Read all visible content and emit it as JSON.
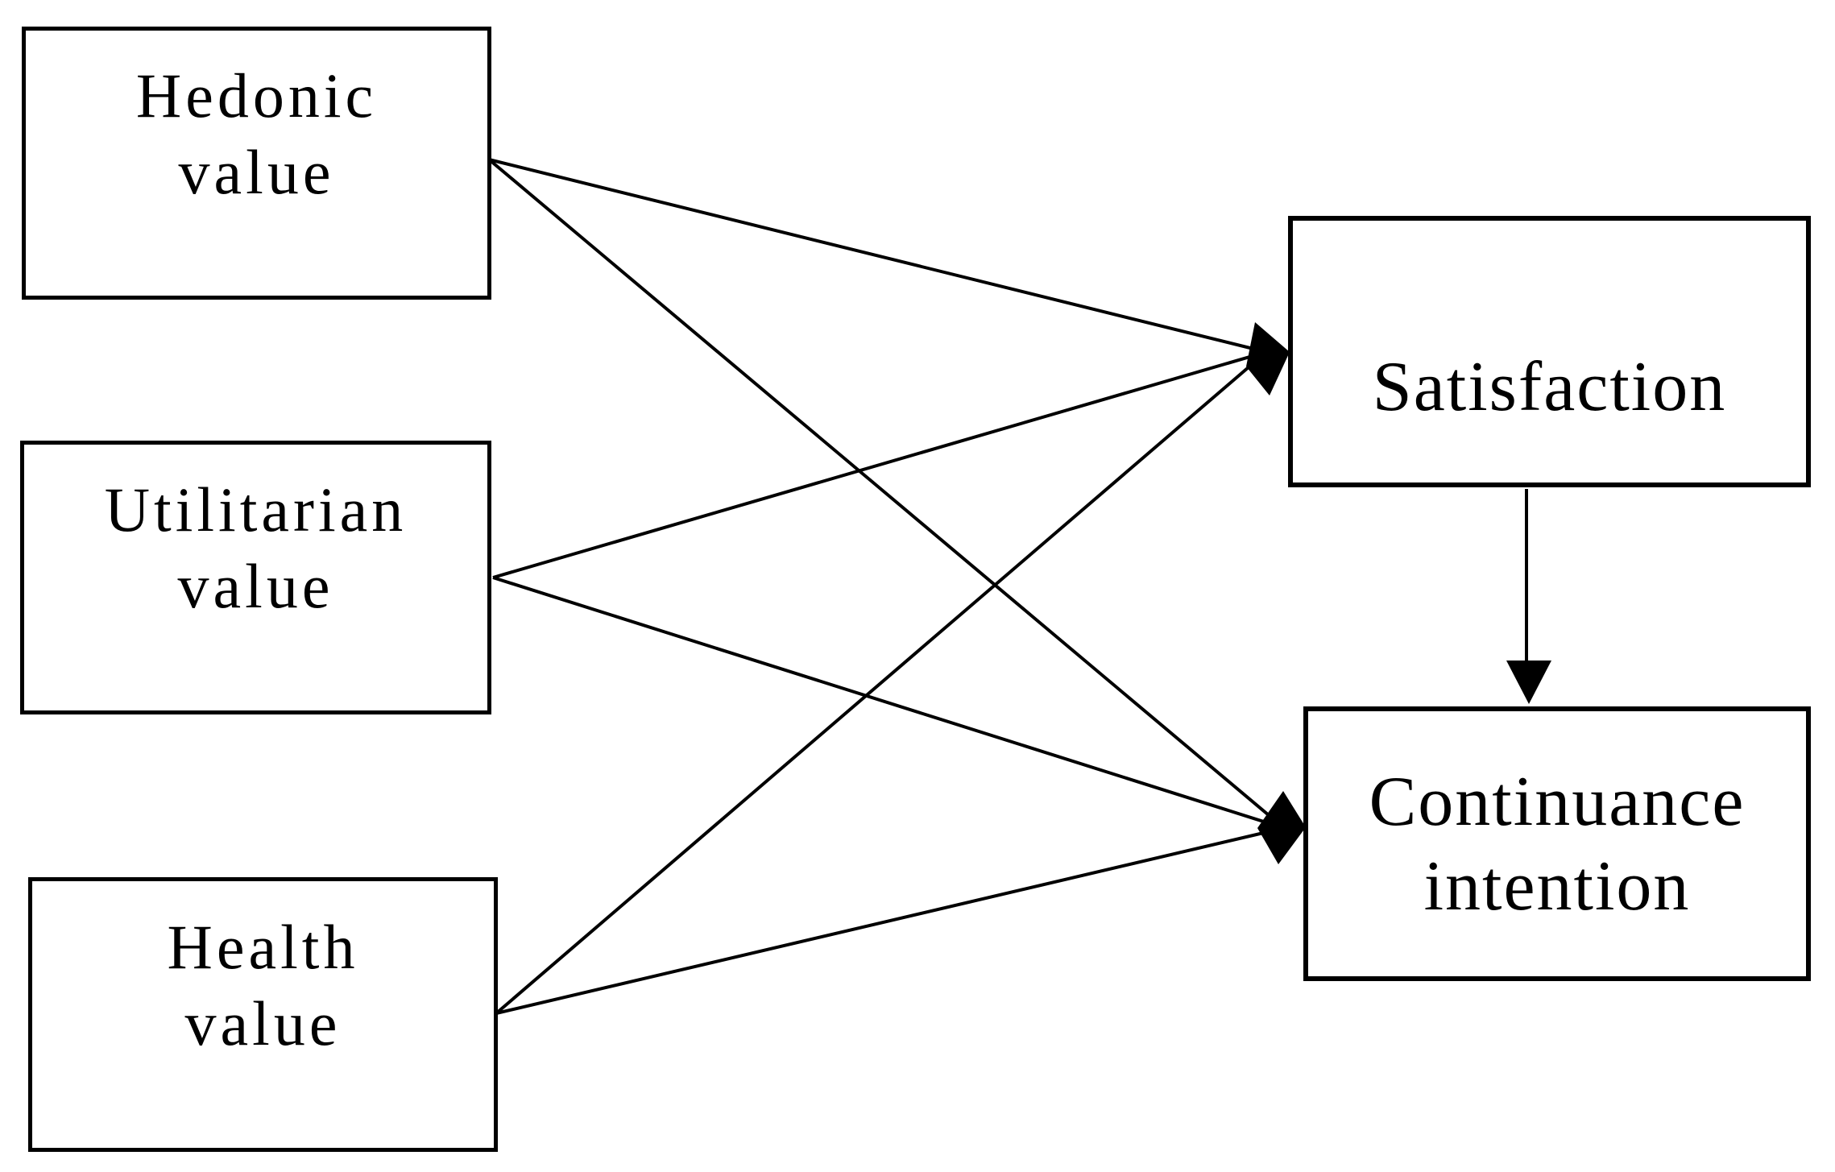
{
  "figure": {
    "background": "#ffffff",
    "line_color": "#000000",
    "description_type": "path-model-diagram"
  },
  "nodes": [
    {
      "id": "hedonic-value",
      "lines": [
        "Hedonic",
        "value"
      ]
    },
    {
      "id": "utilitarian-value",
      "lines": [
        "Utilitarian",
        "value"
      ]
    },
    {
      "id": "health-value",
      "lines": [
        "Health",
        "value"
      ]
    },
    {
      "id": "satisfaction",
      "lines": [
        "Satisfaction"
      ]
    },
    {
      "id": "continuance-intention",
      "lines": [
        "Continuance",
        "intention"
      ]
    }
  ],
  "edges": [
    {
      "from": "hedonic-value",
      "to": "satisfaction"
    },
    {
      "from": "hedonic-value",
      "to": "continuance-intention"
    },
    {
      "from": "utilitarian-value",
      "to": "satisfaction"
    },
    {
      "from": "utilitarian-value",
      "to": "continuance-intention"
    },
    {
      "from": "health-value",
      "to": "satisfaction"
    },
    {
      "from": "health-value",
      "to": "continuance-intention"
    },
    {
      "from": "satisfaction",
      "to": "continuance-intention"
    }
  ]
}
